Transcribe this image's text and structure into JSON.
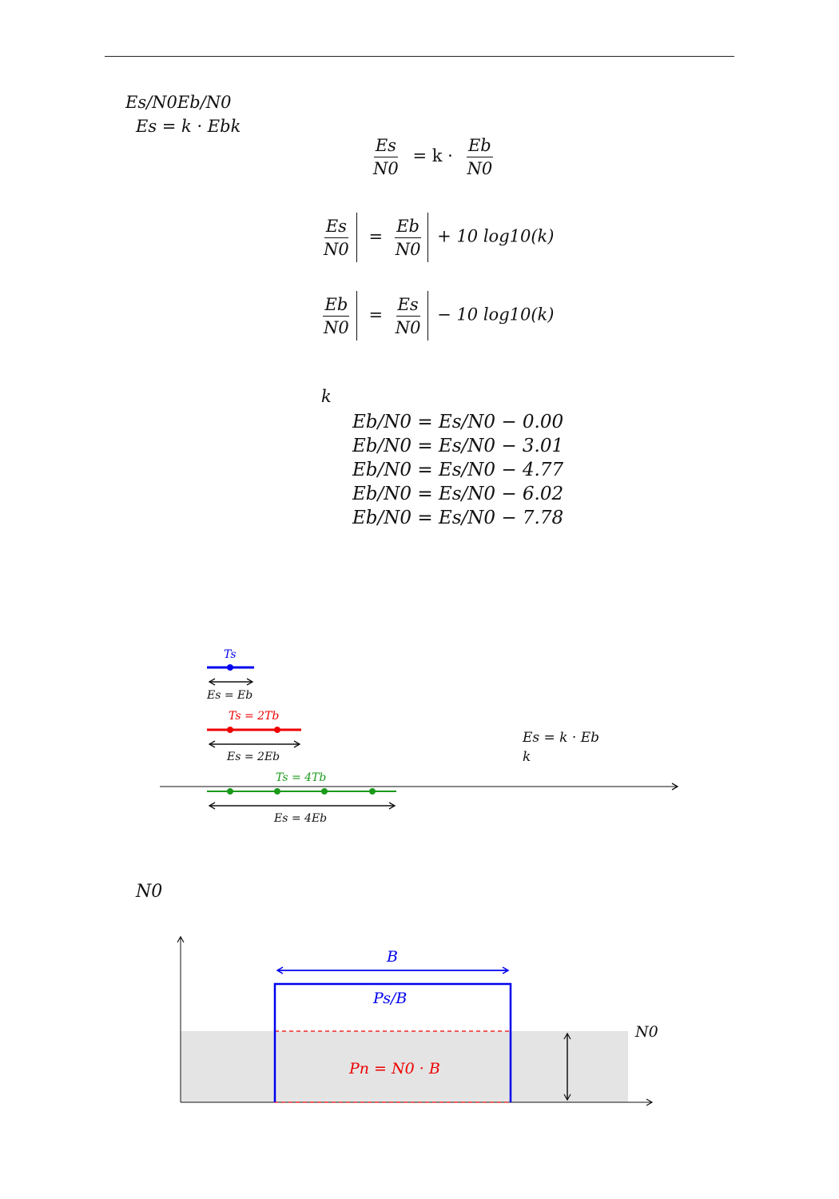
{
  "header": {
    "rule": true
  },
  "intro": {
    "line1": "Es/N0Eb/N0",
    "line2": "Es = k · Ebk"
  },
  "equations": {
    "eq1": {
      "lhs_num": "Es",
      "lhs_den": "N0",
      "op": "= k ·",
      "rhs_num": "Eb",
      "rhs_den": "N0"
    },
    "eq2": {
      "lhs_num": "Es",
      "lhs_den": "N0",
      "rhs_num": "Eb",
      "rhs_den": "N0",
      "tail": "+ 10 log10(k)"
    },
    "eq3": {
      "lhs_num": "Eb",
      "lhs_den": "N0",
      "rhs_num": "Es",
      "rhs_den": "N0",
      "tail": "− 10 log10(k)"
    }
  },
  "k_label": "k",
  "relations": [
    "Eb/N0 = Es/N0 − 0.00",
    "Eb/N0 = Es/N0 − 3.01",
    "Eb/N0 = Es/N0 − 4.77",
    "Eb/N0 = Es/N0 − 6.02",
    "Eb/N0 = Es/N0 − 7.78"
  ],
  "symbol_diagram": {
    "blue": {
      "label": "Ts",
      "energy": "Es = Eb",
      "color": "#0000ee"
    },
    "red": {
      "label": "Ts = 2Tb",
      "energy": "Es = 2Eb",
      "color": "#ee0000"
    },
    "green": {
      "label": "Ts = 4Tb",
      "energy": "Es = 4Eb",
      "color": "#1a9a1a"
    },
    "note_line1": "Es = k · Eb",
    "note_line2": "k"
  },
  "n0_heading": "N0",
  "psd_diagram": {
    "bandwidth_label": "B",
    "signal_label": "Ps/B",
    "noise_label": "Pn = N0 · B",
    "n0_label": "N0",
    "signal_color": "#0000ee",
    "noise_color": "#ee0000",
    "noise_fill": "#e4e4e4"
  }
}
